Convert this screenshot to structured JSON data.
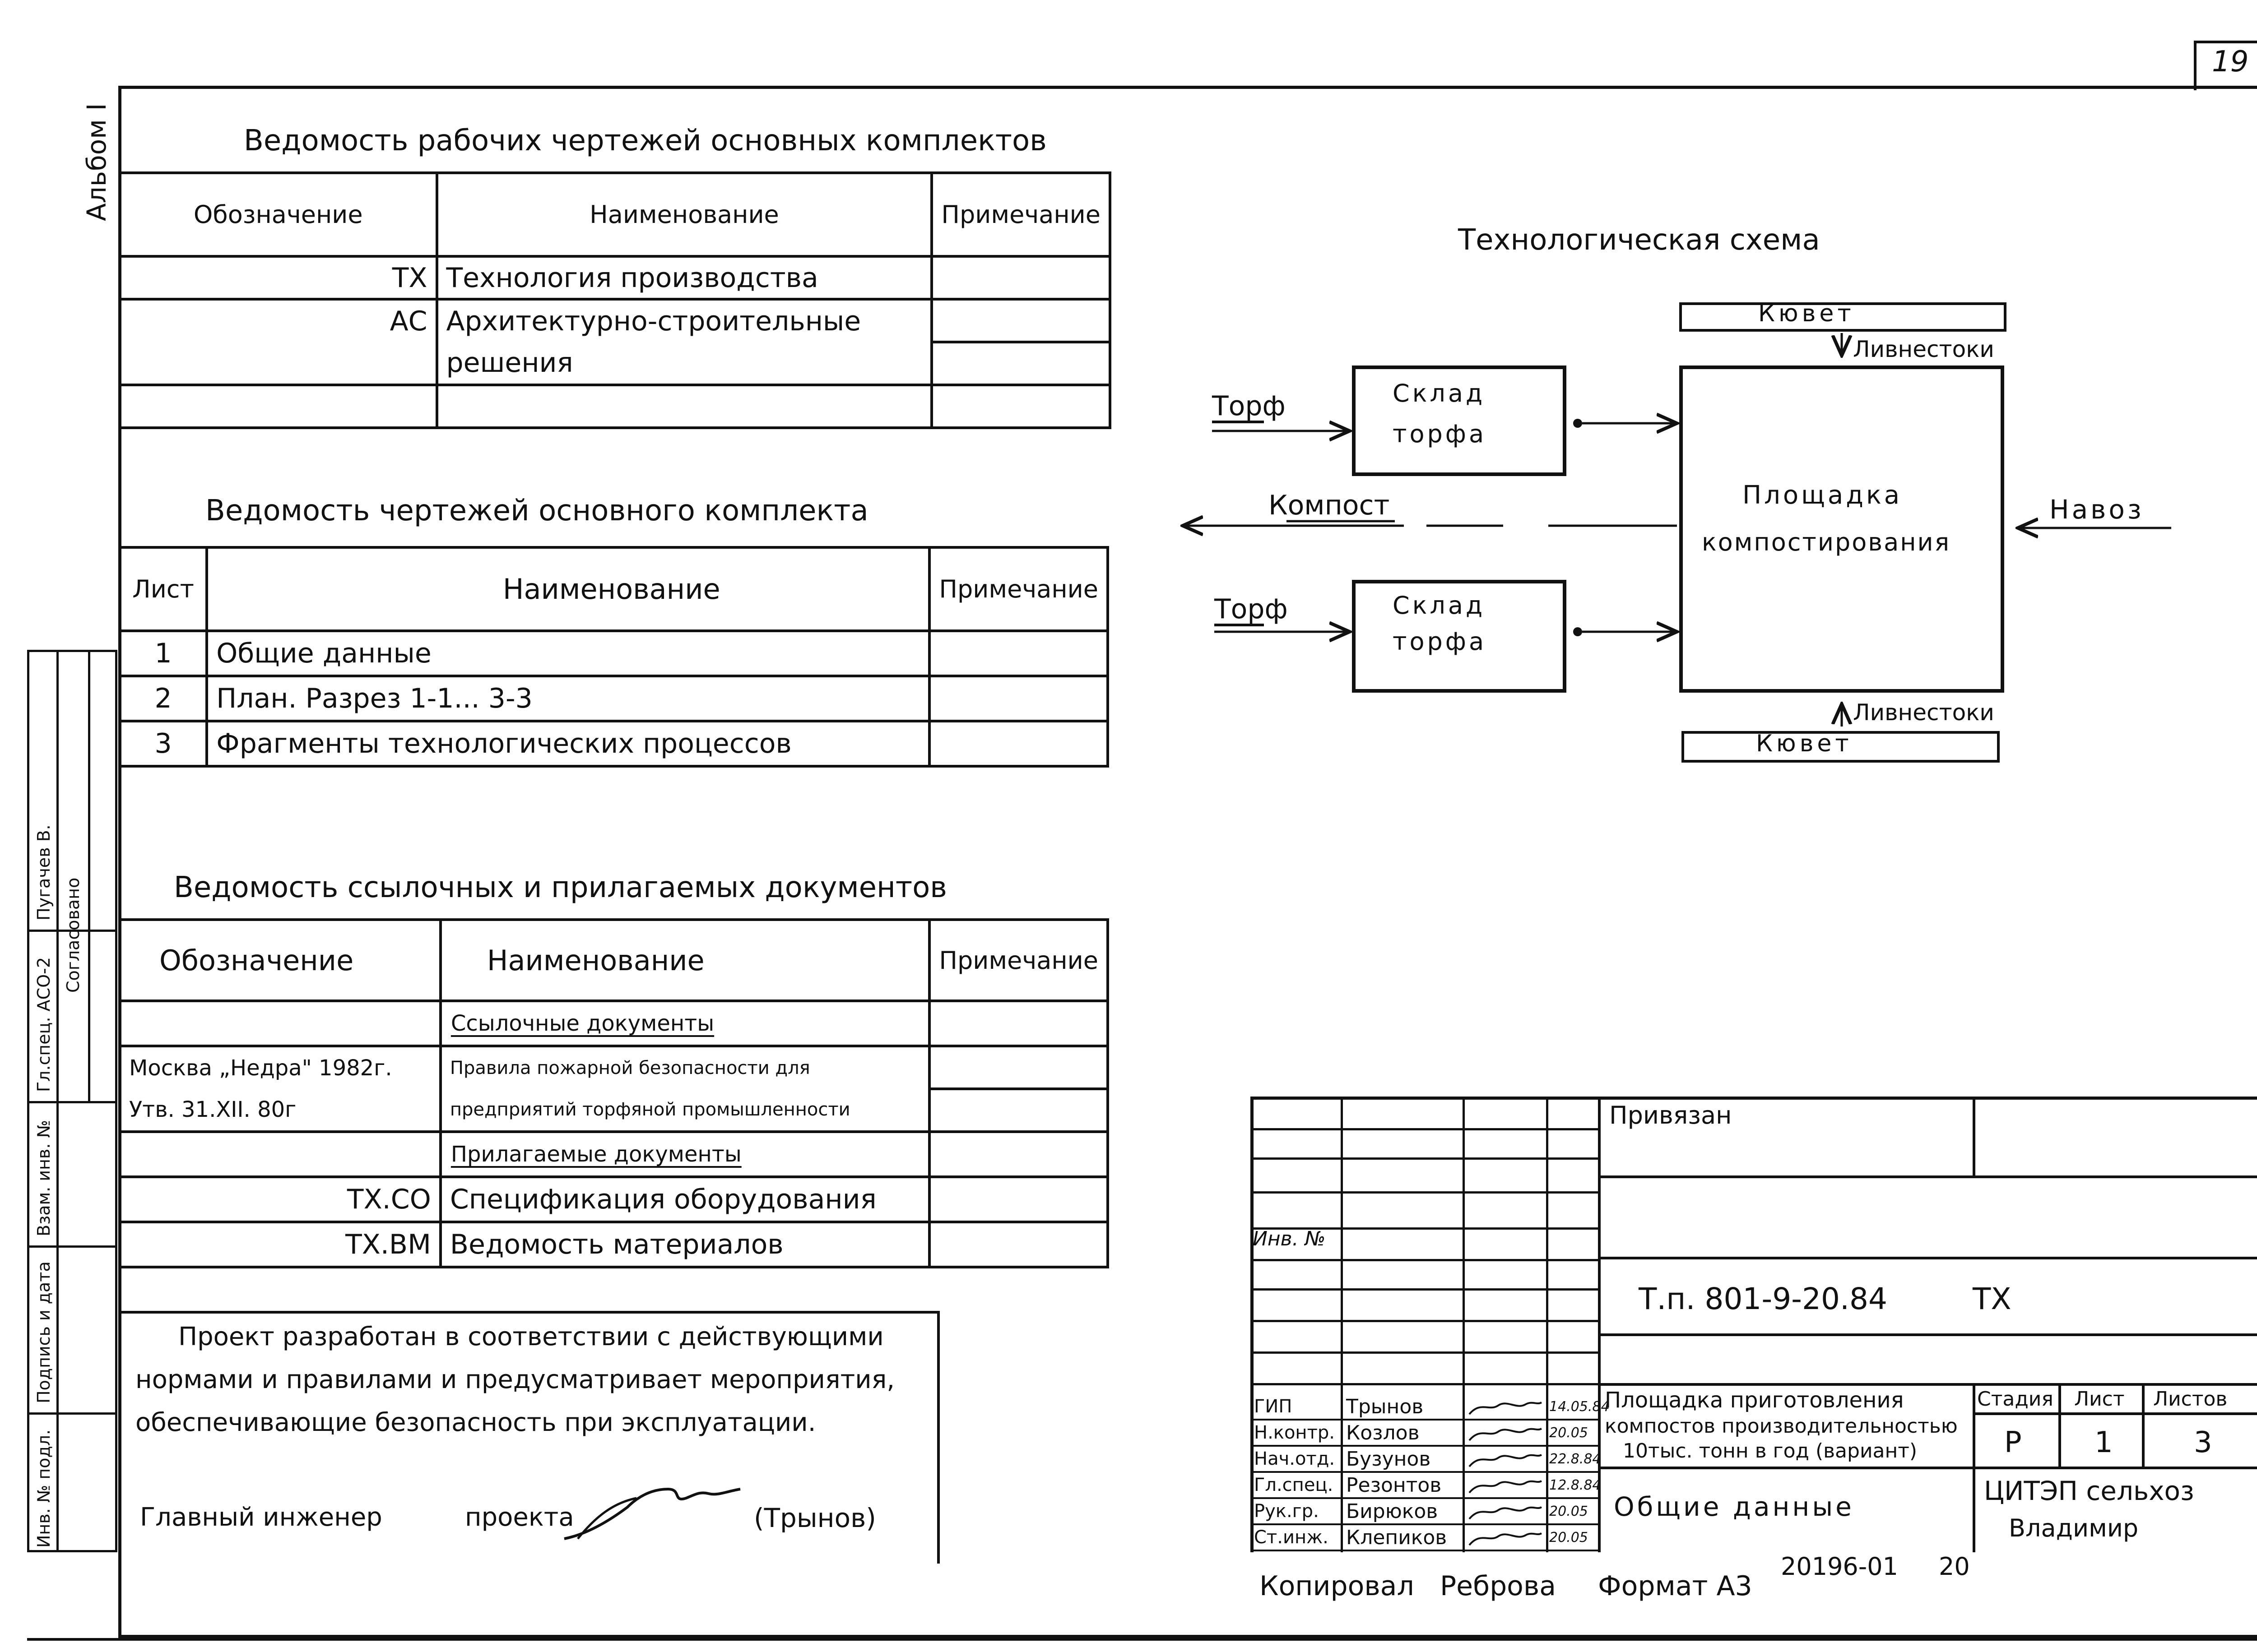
{
  "page": {
    "sheet_number": "19",
    "album": "Альбом I"
  },
  "left_strip": {
    "labels": [
      "Гл.спец. АСО-2",
      "Пугачев В.",
      "Взам. инв. №",
      "Подпись и дата",
      "Инв. № подл."
    ],
    "soglasovano": "Согласовано"
  },
  "table1": {
    "title": "Ведомость рабочих чертежей основных комплектов",
    "headers": [
      "Обозначение",
      "Наименование",
      "Примечание"
    ],
    "rows": [
      [
        "ТХ",
        "Технология производства",
        ""
      ],
      [
        "АС",
        "Архитектурно-строительные",
        ""
      ],
      [
        "",
        "решения",
        ""
      ],
      [
        "",
        "",
        ""
      ]
    ]
  },
  "table2": {
    "title": "Ведомость чертежей основного комплекта",
    "headers": [
      "Лист",
      "Наименование",
      "Примечание"
    ],
    "rows": [
      [
        "1",
        "Общие данные",
        ""
      ],
      [
        "2",
        "План. Разрез 1-1... 3-3",
        ""
      ],
      [
        "3",
        "Фрагменты технологических процессов",
        ""
      ]
    ]
  },
  "table3": {
    "title": "Ведомость ссылочных и прилагаемых документов",
    "headers": [
      "Обозначение",
      "Наименование",
      "Примечание"
    ],
    "rows": [
      [
        "",
        "Ссылочные документы",
        ""
      ],
      [
        "Москва „Недра\" 1982г.",
        "Правила пожарной безопасности для",
        ""
      ],
      [
        "Утв. 31.XII. 80г",
        "предприятий торфяной промышленности",
        ""
      ],
      [
        "",
        "Прилагаемые документы",
        ""
      ],
      [
        "ТХ.СО",
        "Спецификация оборудования",
        ""
      ],
      [
        "ТХ.ВМ",
        "Ведомость материалов",
        ""
      ]
    ]
  },
  "note": {
    "lines": [
      "Проект разработан в соответствии с действующими",
      "нормами и правилами и предусматривает мероприятия,",
      "обеспечивающие безопасность при эксплуатации."
    ],
    "signature_label": "Главный инженер",
    "signature_prefix": "проекта",
    "signature_name": "(Трынов)"
  },
  "scheme": {
    "title": "Технологическая схема",
    "kyuvet_top": "Кювет",
    "livnestoki_top": "Ливнестоки",
    "kyuvet_bottom": "Кювет",
    "livnestoki_bottom": "Ливнестоки",
    "torf_in_1": "Торф",
    "torf_in_2": "Торф",
    "sklad_1": [
      "Склад",
      "торфа"
    ],
    "sklad_2": [
      "Склад",
      "торфа"
    ],
    "kompost_out": "Компост",
    "main_box": [
      "Площадка",
      "компостирования"
    ],
    "navoz": "Навоз"
  },
  "title_block": {
    "inv_label": "Инв. №",
    "privyazan": "Привязан",
    "code": "Т.п. 801-9-20.84",
    "code_suffix": "ТХ",
    "project_name": [
      "Площадка приготовления",
      "компостов производительностью",
      "10тыс. тонн в год (вариант)"
    ],
    "sheet_title": "Общие данные",
    "stage_label": "Стадия",
    "sheet_label": "Лист",
    "sheets_label": "Листов",
    "stage": "Р",
    "sheet": "1",
    "sheets": "3",
    "org": [
      "ЦИТЭП сельхоз",
      "Владимир"
    ],
    "staff": [
      {
        "role": "ГИП",
        "name": "Трынов",
        "date": "14.05.84"
      },
      {
        "role": "Н.контр.",
        "name": "Козлов",
        "date": "20.05"
      },
      {
        "role": "Нач.отд.",
        "name": "Бузунов",
        "date": "22.8.84"
      },
      {
        "role": "Гл.спец.",
        "name": "Резонтов",
        "date": "12.8.84"
      },
      {
        "role": "Рук.гр.",
        "name": "Бирюков",
        "date": "20.05"
      },
      {
        "role": "Ст.инж.",
        "name": "Клепиков",
        "date": "20.05"
      }
    ]
  },
  "footer": {
    "copied": "Копировал",
    "copier": "Реброва",
    "format": "Формат А3",
    "number": "20196-01",
    "page": "20"
  }
}
